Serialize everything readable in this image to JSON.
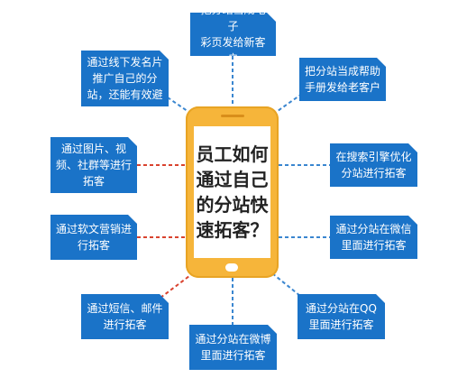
{
  "center_title": "员工如何\n通过自己\n的分站快\n速拓客？",
  "colors": {
    "box_fill": "#1a73c8",
    "box_text": "#ffffff",
    "phone_body": "#f6b53a",
    "connector_left": "#d9432f",
    "connector_right": "#3a86d0"
  },
  "boxes": [
    {
      "id": "top-center",
      "text": "把分站当成电子\n彩页发给新客户"
    },
    {
      "id": "top-left",
      "text": "通过线下发名片\n推广自己的分\n站，还能有效避"
    },
    {
      "id": "top-right",
      "text": "把分站当成帮助\n手册发给老客户"
    },
    {
      "id": "mid-left-1",
      "text": "通过图片、视\n频、社群等进行\n拓客"
    },
    {
      "id": "mid-right-1",
      "text": "在搜索引擎优化\n分站进行拓客"
    },
    {
      "id": "mid-left-2",
      "text": "通过软文营销进\n行拓客"
    },
    {
      "id": "mid-right-2",
      "text": "通过分站在微信\n里面进行拓客"
    },
    {
      "id": "bottom-left",
      "text": "通过短信、邮件\n进行拓客"
    },
    {
      "id": "bottom-right",
      "text": "通过分站在QQ\n里面进行拓客"
    },
    {
      "id": "bottom-center",
      "text": "通过分站在微博\n里面进行拓客"
    }
  ]
}
